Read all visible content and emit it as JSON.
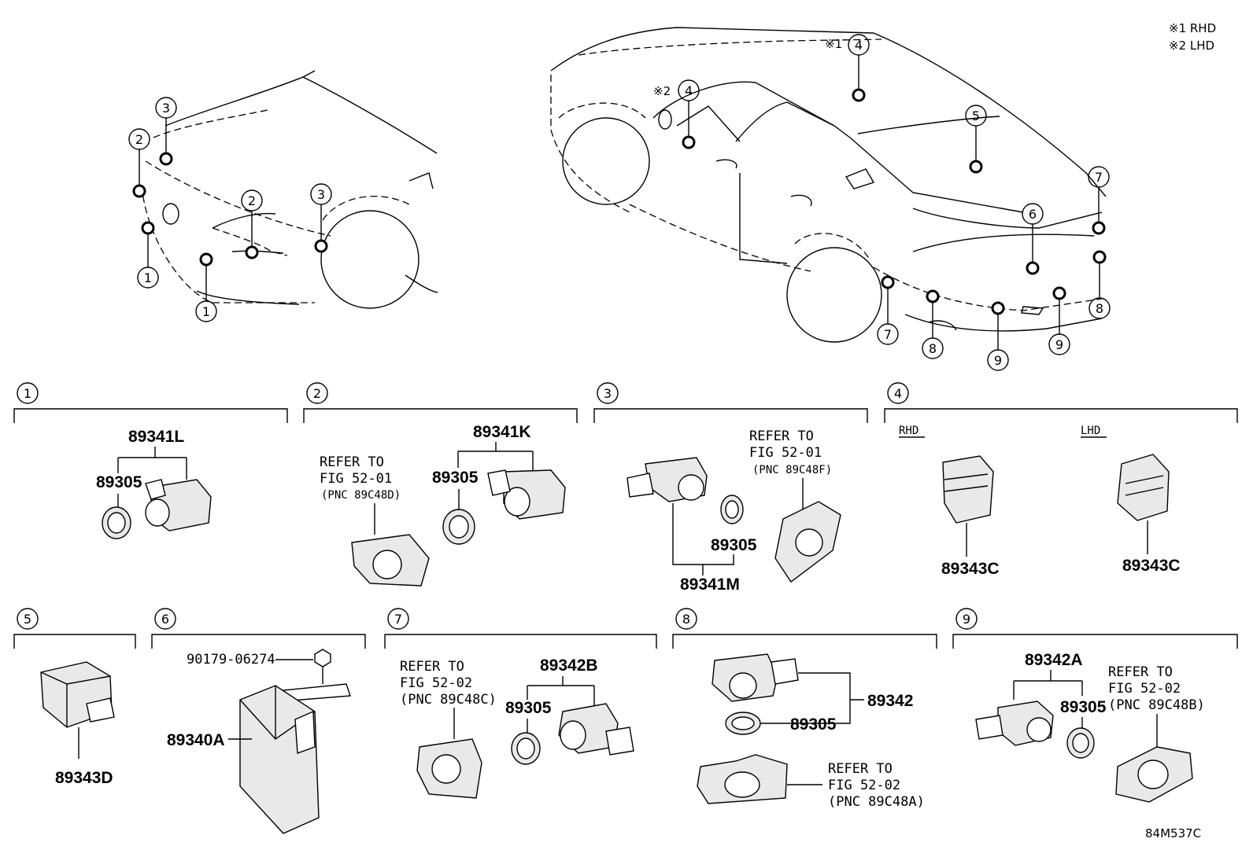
{
  "legend": {
    "note1": "※1 RHD",
    "note2": "※2 LHD"
  },
  "front_view": {
    "callouts": [
      "1",
      "1",
      "2",
      "2",
      "3",
      "3"
    ]
  },
  "rear_view": {
    "callouts": [
      "4",
      "4",
      "5",
      "6",
      "7",
      "7",
      "8",
      "8",
      "9",
      "9"
    ],
    "note_marks": [
      "※1",
      "※2"
    ]
  },
  "sections": [
    {
      "number": "1",
      "labels": {
        "assembly": "89341L",
        "ring": "89305"
      }
    },
    {
      "number": "2",
      "labels": {
        "assembly": "89341K",
        "ring": "89305",
        "refer": "REFER TO",
        "fig": "FIG 52-01",
        "pnc": "(PNC 89C48D)"
      }
    },
    {
      "number": "3",
      "labels": {
        "assembly": "89341M",
        "ring": "89305",
        "refer": "REFER TO",
        "fig": "FIG 52-01",
        "pnc": "(PNC 89C48F)"
      }
    },
    {
      "number": "4",
      "labels": {
        "rhd": "RHD",
        "lhd": "LHD",
        "part_rhd": "89343C",
        "part_lhd": "89343C"
      }
    },
    {
      "number": "5",
      "labels": {
        "part": "89343D"
      }
    },
    {
      "number": "6",
      "labels": {
        "bolt": "90179-06274",
        "part": "89340A"
      }
    },
    {
      "number": "7",
      "labels": {
        "assembly": "89342B",
        "ring": "89305",
        "refer": "REFER TO",
        "fig": "FIG 52-02",
        "pnc": "(PNC 89C48C)"
      }
    },
    {
      "number": "8",
      "labels": {
        "assembly": "89342",
        "ring": "89305",
        "refer": "REFER TO",
        "fig": "FIG 52-02",
        "pnc": "(PNC 89C48A)"
      }
    },
    {
      "number": "9",
      "labels": {
        "assembly": "89342A",
        "ring": "89305",
        "refer": "REFER TO",
        "fig": "FIG 52-02",
        "pnc": "(PNC 89C48B)"
      }
    }
  ],
  "figure_code": "84M537C"
}
